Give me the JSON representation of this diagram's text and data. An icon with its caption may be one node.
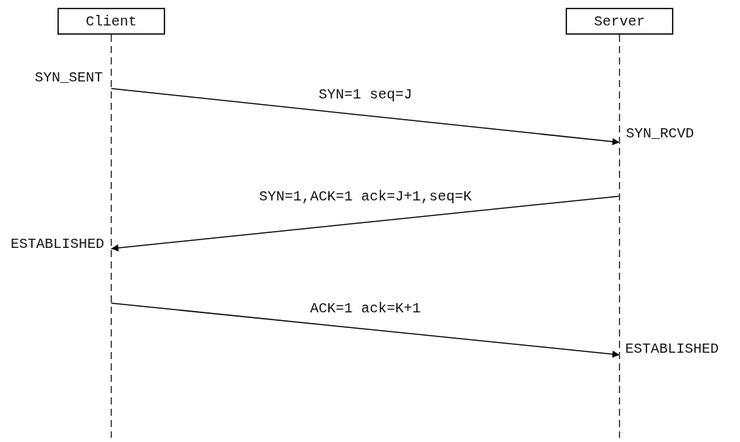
{
  "diagram": {
    "nodes": [
      {
        "text": [
          "Client"
        ]
      },
      {
        "text": [
          "Server"
        ]
      }
    ],
    "edges": [
      {
        "from": 0,
        "to": 1,
        "arrow": "to",
        "label": "SYN=1 seq=J"
      },
      {
        "from": 1,
        "to": 0,
        "arrow": "to",
        "label": "SYN=1,ACK=1 ack=J+1,seq=K"
      },
      {
        "from": 0,
        "to": 1,
        "arrow": "to",
        "label": "ACK=1 ack=K+1"
      }
    ],
    "labels": [
      "SYN_SENT",
      "SYN_RCVD",
      "ESTABLISHED",
      "ESTABLISHED"
    ]
  }
}
